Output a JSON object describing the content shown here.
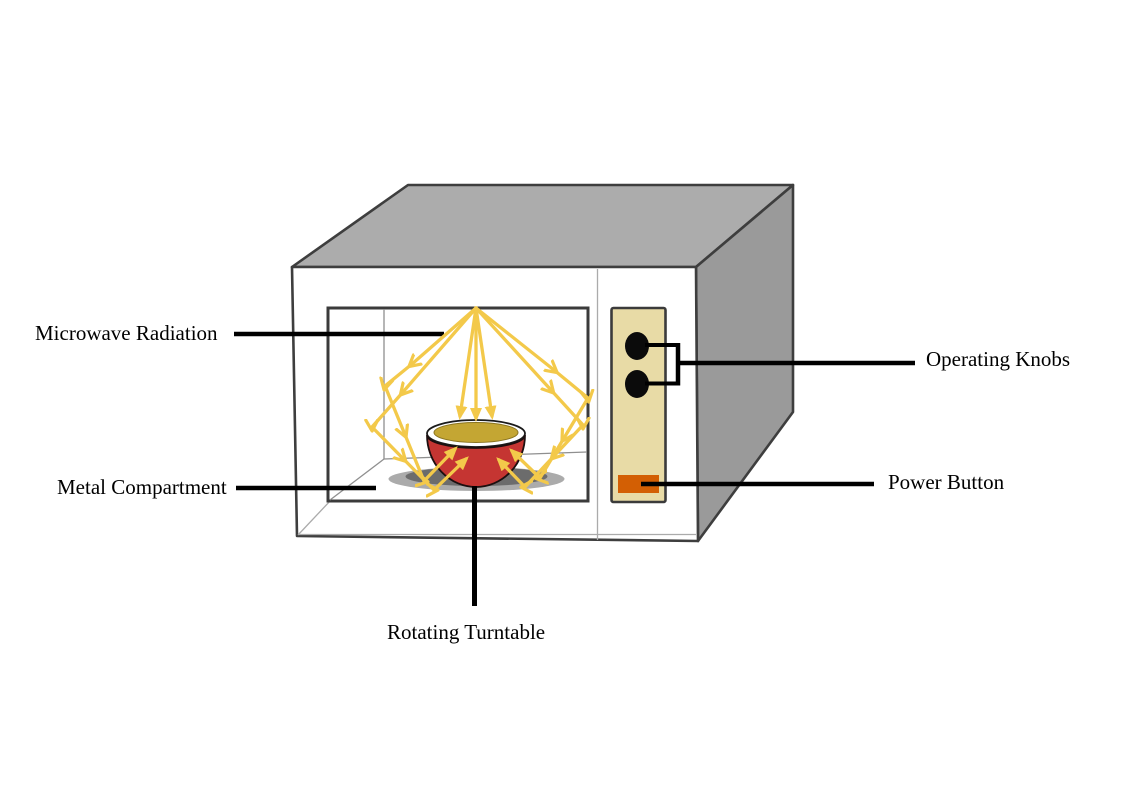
{
  "diagram": {
    "subject": "microwave-oven-cutaway",
    "labels": {
      "microwave_radiation": "Microwave Radiation",
      "metal_compartment": "Metal Compartment",
      "rotating_turntable": "Rotating Turntable",
      "operating_knobs": "Operating Knobs",
      "power_button": "Power Button"
    },
    "knob_count": 2,
    "radiation_ray_count": 7,
    "colors": {
      "body_top": "#ACACAC",
      "body_side": "#9A9A9A",
      "body_front": "#FFFFFF",
      "outline": "#3E3E3E",
      "radiation_yellow": "#F3C94A",
      "bowl_red": "#C53532",
      "bowl_contents_olive": "#C4A633",
      "panel_beige": "#E8DBA6",
      "power_button_orange": "#D35F04",
      "knob_black": "#0B0B0B",
      "shadow_outer": "#ABABAB",
      "shadow_inner": "#6C6C6C",
      "label_line_black": "#000000"
    }
  }
}
